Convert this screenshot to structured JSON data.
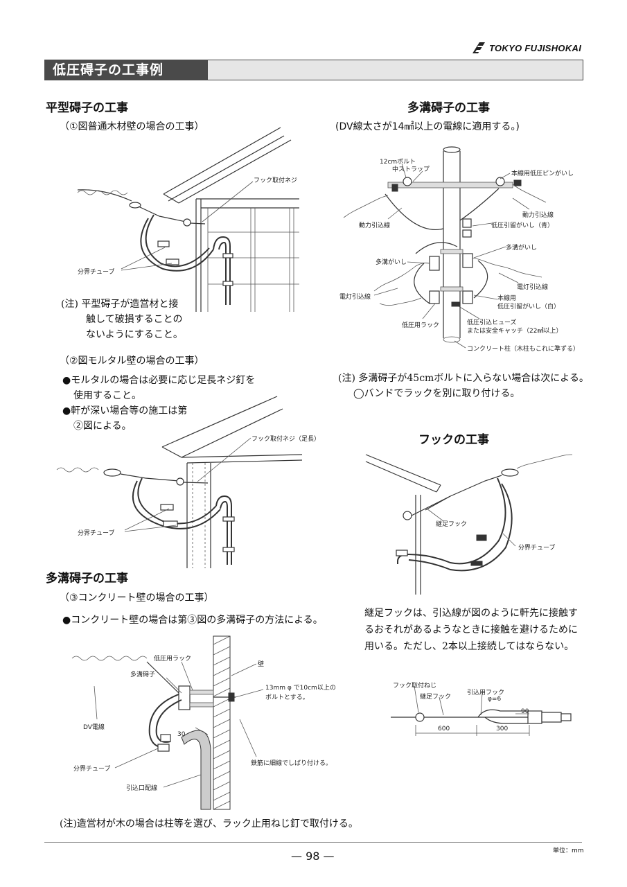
{
  "header": {
    "brand_name": "TOKYO FUJISHOKAI",
    "logo_icon": "fujishokai-logo-icon",
    "page_title": "低圧碍子の工事例"
  },
  "section_flat": {
    "heading": "平型碍子の工事",
    "fig1": {
      "caption": "（①図普通木材壁の場合の工事）",
      "labels": {
        "hook_screw": "フック取付ネジ",
        "tube": "分界チューブ"
      }
    },
    "note1": [
      "(注)  平型碍子が造営材と接",
      "触して破損することの",
      "ないようにすること。"
    ],
    "fig2": {
      "caption": "（②図モルタル壁の場合の工事）",
      "bullets": [
        "●モルタルの場合は必要に応じ足長ネジ釘を",
        "使用すること。",
        "●軒が深い場合等の施工は第",
        "②図による。"
      ],
      "labels": {
        "hook_screw": "フック取付ネジ（足長）",
        "tube": "分界チューブ"
      }
    }
  },
  "section_groove_left": {
    "heading": "多溝碍子の工事",
    "fig3": {
      "caption": "（③コンクリート壁の場合の工事）",
      "bullet": "●コンクリート壁の場合は第③図の多溝碍子の方法による。",
      "labels": {
        "rack": "低圧用ラック",
        "insulator": "多溝碍子",
        "wall": "壁",
        "bolt": [
          "13mm φ で10cm以上の",
          "ボルトとする。"
        ],
        "dv_wire": "DV電線",
        "angle": "30",
        "tube": "分界チューブ",
        "rebar": "鉄筋に細線でしばり付ける。",
        "entry": "引込口配線"
      }
    },
    "note": "(注)造営材が木の場合は柱等を選び、ラック止用ねじ釘で取付ける。"
  },
  "section_groove_right": {
    "heading": "多溝碍子の工事",
    "subtitle": "(DV線太さが14㎟以上の電線に適用する。)",
    "labels": {
      "bolt": "12cmボルト",
      "strap": "中ストラップ",
      "pin": "本線用低圧ピンがいし",
      "power_main": "動力引込線",
      "power_left": "動力引込線",
      "strain_blue": "低圧引留がいし（青）",
      "groove_right": "多溝がいし",
      "groove_left": "多溝がいし",
      "light_right": "電灯引込線",
      "light_left": "電灯引込線",
      "strain_white": [
        "本線用",
        "低圧引留がいし（白）"
      ],
      "rack": "低圧用ラック",
      "fuse": [
        "低圧引込ヒューズ",
        "または安全キャッチ（22㎟以上）"
      ],
      "pole": "コンクリート柱（木柱もこれに準ずる）"
    },
    "note": [
      "(注) 多溝碍子が45cmボルトに入らない場合は次による。",
      "◯バンドでラックを別に取り付ける。"
    ]
  },
  "section_hook": {
    "heading": "フックの工事",
    "labels": {
      "ext_hook": "継足フック",
      "tube": "分界チューブ"
    },
    "body": [
      "継足フックは、引込線が図のように軒先に接触す",
      "るおそれがあるようなときに接触を避けるために",
      "用いる。ただし、2本以上接続してはならない。"
    ],
    "detail": {
      "hook_screw": "フック取付ねじ",
      "ext_hook": "継足フック",
      "entry_hook": "引込用フック",
      "phi": "φ=6",
      "dim_90": "90",
      "dim_600": "600",
      "dim_300": "300"
    }
  },
  "footer": {
    "page_number": "— 98 —",
    "unit": "単位：mm"
  }
}
